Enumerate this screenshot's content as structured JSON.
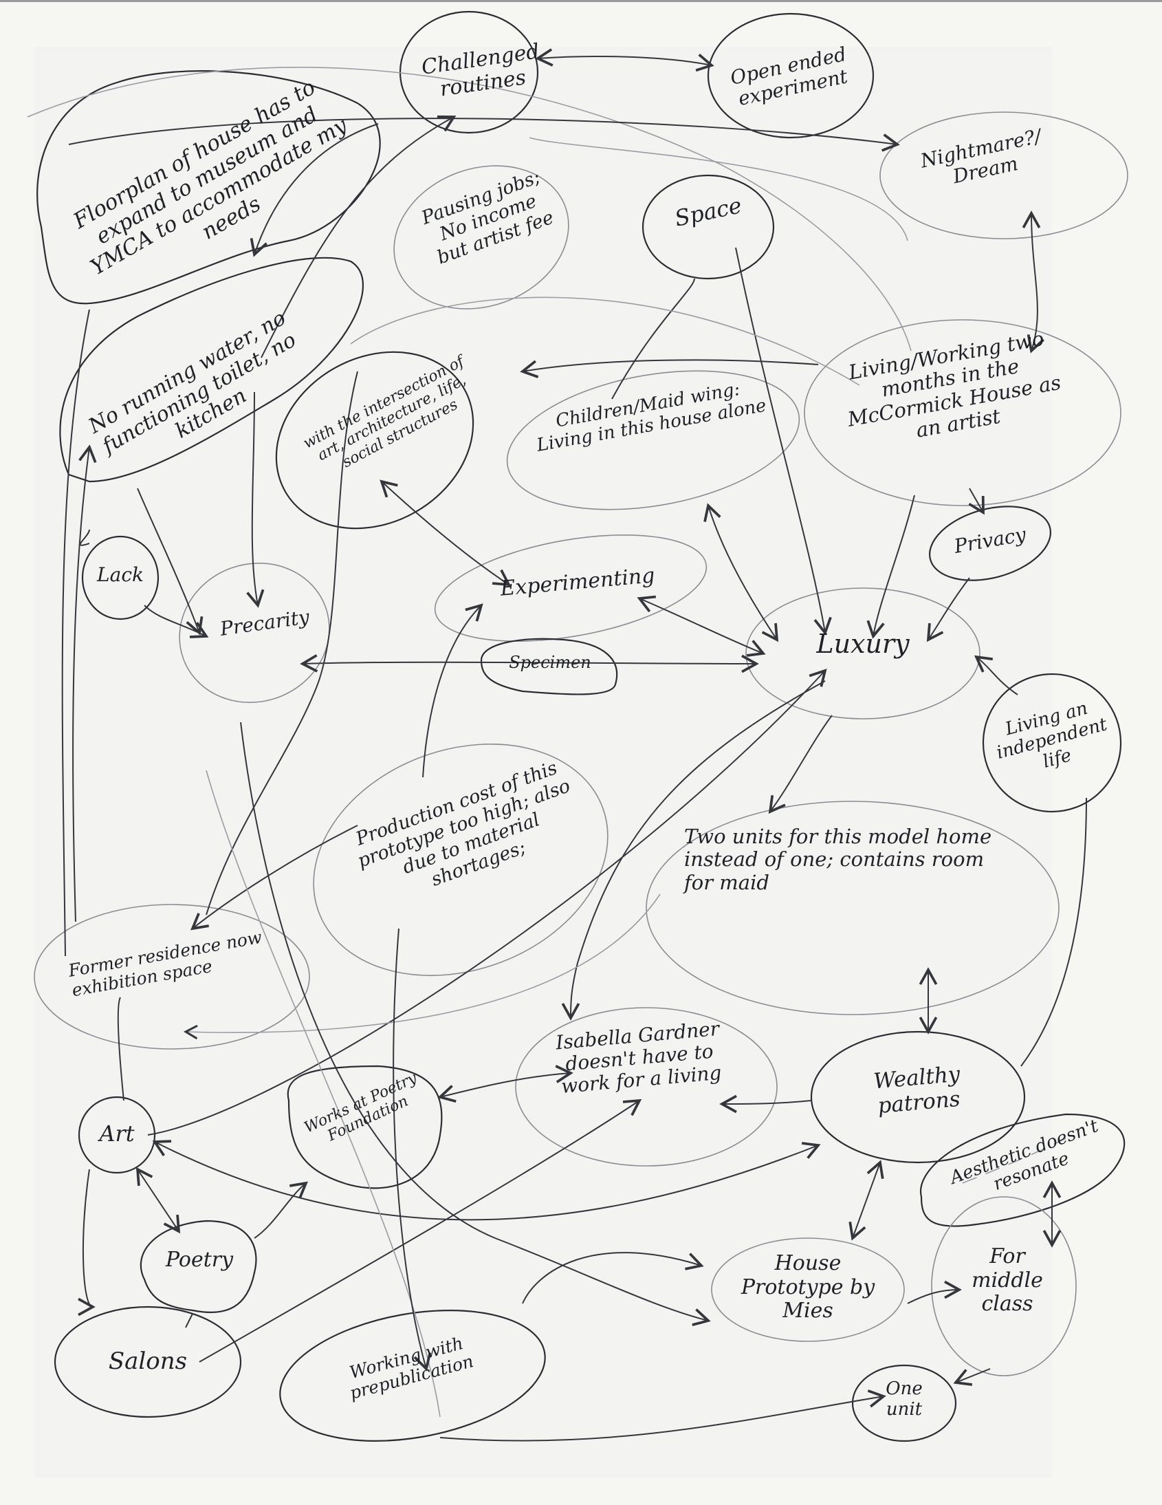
{
  "title": "Hand-drawn concept map",
  "colors": {
    "paper": "#f6f6f3",
    "ink": "#1f2126",
    "pencil": "#8a8c92"
  },
  "nodes": [
    {
      "id": "floorplan",
      "label": "Floorplan of house has to expand to museum and YMCA to accommodate my needs"
    },
    {
      "id": "challenged",
      "label": "Challenged routines"
    },
    {
      "id": "openended",
      "label": "Open ended experiment"
    },
    {
      "id": "nightmare",
      "label": "Nightmare?/ Dream"
    },
    {
      "id": "pausingjobs",
      "label": "Pausing jobs; No income but artist fee"
    },
    {
      "id": "space",
      "label": "Space"
    },
    {
      "id": "norunning",
      "label": "No running water, no functioning toilet, no kitchen"
    },
    {
      "id": "intersection",
      "label": "with the intersection of art, architecture, life, social structures"
    },
    {
      "id": "childrenmaid",
      "label": "Children/Maid wing: Living in this house alone"
    },
    {
      "id": "livingworking",
      "label": "Living/Working two months in the McCormick House as an artist"
    },
    {
      "id": "lack",
      "label": "Lack"
    },
    {
      "id": "precarity",
      "label": "Precarity"
    },
    {
      "id": "experimenting",
      "label": "Experimenting"
    },
    {
      "id": "privacy",
      "label": "Privacy"
    },
    {
      "id": "luxury",
      "label": "Luxury"
    },
    {
      "id": "specimen",
      "label": "Specimen"
    },
    {
      "id": "independent",
      "label": "Living an independent life"
    },
    {
      "id": "productioncost",
      "label": "Production cost of this prototype too high; also due to material shortages;"
    },
    {
      "id": "twounits",
      "label": "Two units for this model home instead of one; contains room for maid"
    },
    {
      "id": "formerresidence",
      "label": "Former residence now exhibition space"
    },
    {
      "id": "isabella",
      "label": "Isabella Gardner doesn't have to work for a living"
    },
    {
      "id": "worksat",
      "label": "Works at Poetry Foundation"
    },
    {
      "id": "wealthypatrons",
      "label": "Wealthy patrons"
    },
    {
      "id": "art",
      "label": "Art"
    },
    {
      "id": "aesthetic",
      "label": "Aesthetic doesn't resonate"
    },
    {
      "id": "poetry",
      "label": "Poetry"
    },
    {
      "id": "houseprototype",
      "label": "House Prototype by Mies"
    },
    {
      "id": "formiddle",
      "label": "For middle class"
    },
    {
      "id": "salons",
      "label": "Salons"
    },
    {
      "id": "prepublication",
      "label": "Working with prepublication"
    },
    {
      "id": "oneunit",
      "label": "One unit"
    }
  ]
}
